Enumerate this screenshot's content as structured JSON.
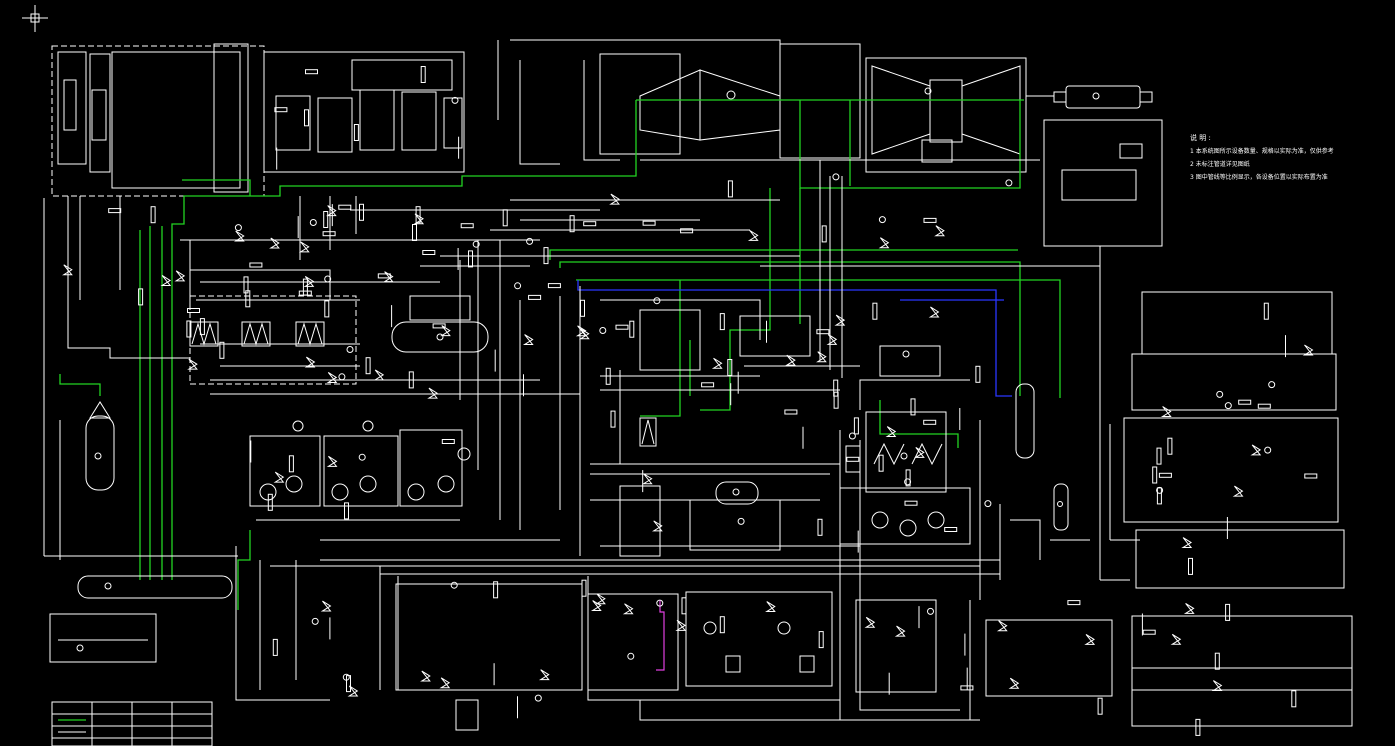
{
  "colors": {
    "background": "#000000",
    "line_primary": "#ffffff",
    "line_steam": "#22d322",
    "line_water": "#2a36ff",
    "line_special": "#e040e0"
  },
  "notes": {
    "title": "说 明 :",
    "items": [
      "1  本系统图所示设备数量、规格以实际为准，仅供参考",
      "2  未标注管道详见图纸",
      "3  图中管线等比例显示，各设备位置以实际布置为准"
    ]
  },
  "cursor_icon": "crosshair-icon"
}
